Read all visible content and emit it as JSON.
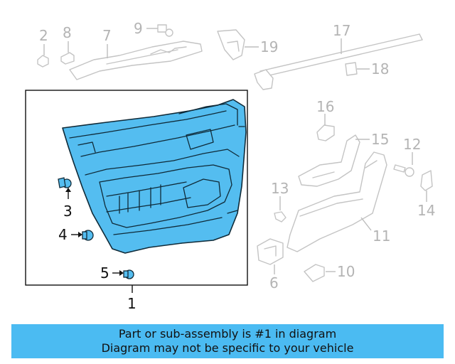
{
  "callouts": {
    "c1": "1",
    "c2": "2",
    "c3": "3",
    "c4": "4",
    "c5": "5",
    "c6": "6",
    "c7": "7",
    "c8": "8",
    "c9": "9",
    "c10": "10",
    "c11": "11",
    "c12": "12",
    "c13": "13",
    "c14": "14",
    "c15": "15",
    "c16": "16",
    "c17": "17",
    "c18": "18",
    "c19": "19"
  },
  "highlight_part": "1",
  "colors": {
    "highlight": "#54bdf0",
    "banner": "#4bbbf2",
    "ghost": "#c4c4c4"
  },
  "banner": {
    "line1": "Part or sub-assembly is #1 in diagram",
    "line2": "Diagram may not be specific to your vehicle"
  }
}
